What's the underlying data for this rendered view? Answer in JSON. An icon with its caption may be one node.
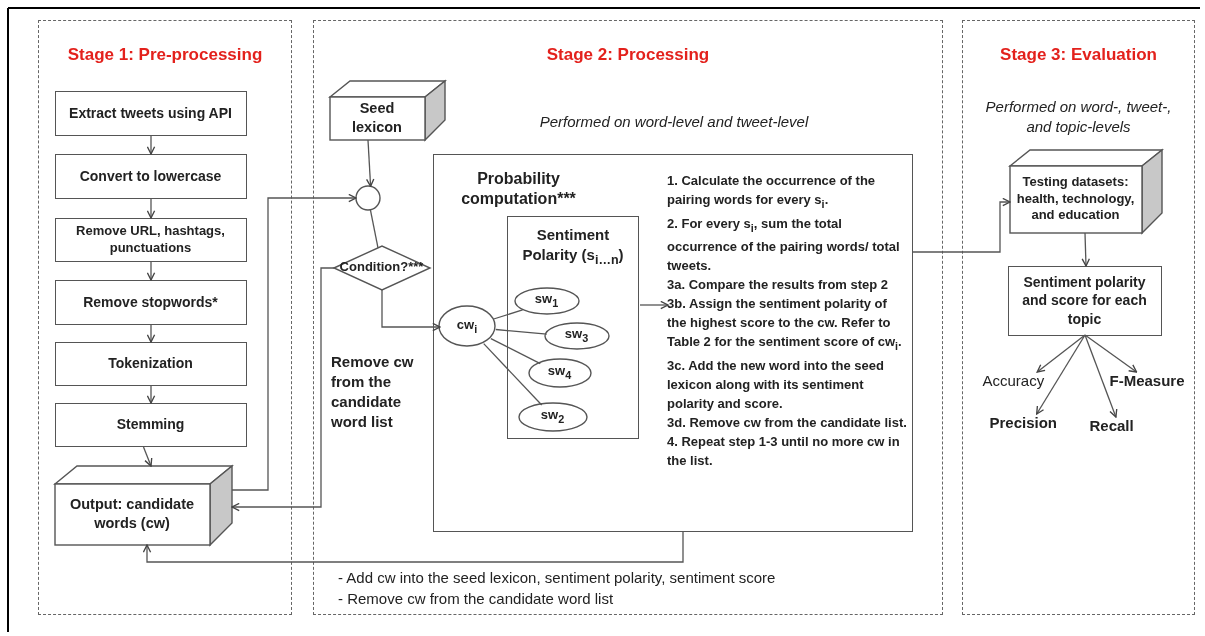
{
  "diagram": {
    "nodes": [
      {
        "text": [
          "Stage 1: Pre-processing"
        ]
      },
      {
        "text": [
          "Stage 2: Processing",
          "Performed on word-level and tweet-level"
        ]
      },
      {
        "text": [
          "Stage 3: Evaluation",
          "Performed on word-, tweet-, and topic-levels"
        ]
      },
      {
        "text": [
          "Extract tweets using API"
        ],
        "in": 0
      },
      {
        "text": [
          "Convert to lowercase"
        ],
        "in": 0
      },
      {
        "text": [
          "Remove URL, hashtags, punctuations"
        ],
        "in": 0
      },
      {
        "text": [
          "Remove stopwords*"
        ],
        "in": 0
      },
      {
        "text": [
          "Tokenization"
        ],
        "in": 0
      },
      {
        "text": [
          "Stemming"
        ],
        "in": 0
      },
      {
        "text": [
          "Output: candidate words (cw)"
        ],
        "in": 0
      },
      {
        "text": [
          "Seed lexicon"
        ],
        "in": 1
      },
      {
        "text": [],
        "shape": "circle",
        "in": 1
      },
      {
        "text": [
          "Condition?***"
        ],
        "in": 1
      },
      {
        "text": [
          "Probability computation***"
        ],
        "in": 1
      },
      {
        "text": [
          "Sentiment Polarity (s$_{i…n}$)"
        ],
        "in": 13
      },
      {
        "text": [
          "cw$_{i}$"
        ],
        "in": 13
      },
      {
        "text": [
          "sw$_{1}$"
        ],
        "in": 14
      },
      {
        "text": [
          "sw$_{3}$"
        ],
        "in": 14
      },
      {
        "text": [
          "sw$_{4}$"
        ],
        "in": 14
      },
      {
        "text": [
          "sw$_{2}$"
        ],
        "in": 14
      },
      {
        "text": [
          "1. Calculate the occurrence of the pairing words for every s$_{i}$.",
          "2. For every s$_{i}$, sum the total occurrence of the pairing words/ total tweets.",
          "3a. Compare the results from step 2",
          "3b. Assign the sentiment polarity of the highest score to the cw. Refer to Table 2 for the sentiment score of cw$_{i}$.",
          "3c. Add the new word into the seed lexicon along with its sentiment polarity and score.",
          "3d. Remove cw from the candidate list.",
          "4. Repeat step 1-3 until no more cw in the list."
        ],
        "in": 13
      },
      {
        "text": [
          "Testing datasets: health, technology, and education"
        ],
        "in": 2
      },
      {
        "text": [
          "Sentiment polarity and score for each topic"
        ],
        "in": 2
      },
      {
        "text": [
          "Accuracy"
        ],
        "in": 2
      },
      {
        "text": [
          "Precision"
        ],
        "in": 2
      },
      {
        "text": [
          "Recall"
        ],
        "in": 2
      },
      {
        "text": [
          "F-Measure"
        ],
        "in": 2
      }
    ],
    "edges": [
      {
        "from": 3,
        "to": 4,
        "arrow": "to"
      },
      {
        "from": 4,
        "to": 5,
        "arrow": "to"
      },
      {
        "from": 5,
        "to": 6,
        "arrow": "to"
      },
      {
        "from": 6,
        "to": 7,
        "arrow": "to"
      },
      {
        "from": 7,
        "to": 8,
        "arrow": "to"
      },
      {
        "from": 8,
        "to": 9,
        "arrow": "to"
      },
      {
        "from": 9,
        "to": 11,
        "arrow": "to"
      },
      {
        "from": 10,
        "to": 11,
        "arrow": "to"
      },
      {
        "from": 11,
        "to": 12,
        "arrow": "none"
      },
      {
        "from": 12,
        "to": 9,
        "arrow": "to",
        "label": "Remove cw from the candidate word list"
      },
      {
        "from": 12,
        "to": 15,
        "arrow": "to"
      },
      {
        "from": 15,
        "to": 16,
        "arrow": "none"
      },
      {
        "from": 15,
        "to": 17,
        "arrow": "none"
      },
      {
        "from": 15,
        "to": 18,
        "arrow": "none"
      },
      {
        "from": 15,
        "to": 19,
        "arrow": "none"
      },
      {
        "from": 14,
        "to": 20,
        "arrow": "to"
      },
      {
        "from": 13,
        "to": 21,
        "arrow": "to"
      },
      {
        "from": 13,
        "to": 9,
        "arrow": "to"
      },
      {
        "from": 21,
        "to": 22,
        "arrow": "to"
      },
      {
        "from": 22,
        "to": 23,
        "arrow": "to"
      },
      {
        "from": 22,
        "to": 24,
        "arrow": "to"
      },
      {
        "from": 22,
        "to": 25,
        "arrow": "to"
      },
      {
        "from": 22,
        "to": 26,
        "arrow": "to"
      }
    ],
    "labels": [
      "- Add cw into the seed lexicon, sentiment polarity, sentiment score",
      "- Remove cw from the candidate word list"
    ]
  }
}
